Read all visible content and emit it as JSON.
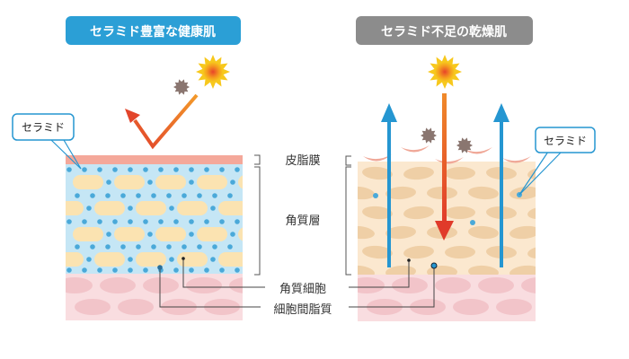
{
  "titles": {
    "healthy": "セラミド豊富な健康肌",
    "dry": "セラミド不足の乾燥肌"
  },
  "callouts": {
    "left": "セラミド",
    "right": "セラミド"
  },
  "labels": {
    "sebum_membrane": "皮脂膜",
    "stratum_corneum": "角質層",
    "corneocyte": "角質細胞",
    "intercellular_lipid": "細胞間脂質"
  },
  "colors": {
    "healthy_title_bg": "#2b9fd6",
    "dry_title_bg": "#8c8c8c",
    "ceramide": "#4aa9d9",
    "uv_arrow": "#e2552b",
    "moisture_arrow": "#2596d1"
  }
}
